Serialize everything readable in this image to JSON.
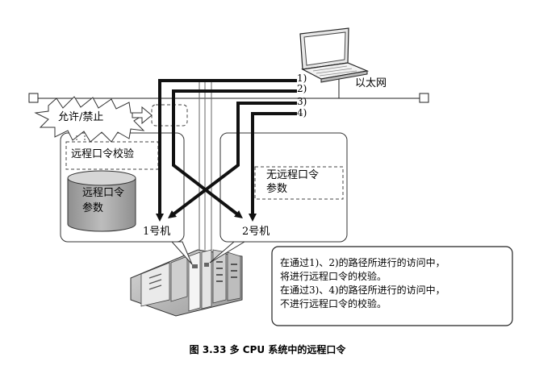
{
  "diagram": {
    "network_label": "以太网",
    "route_labels": [
      "1)",
      "2)",
      "3)",
      "4)"
    ],
    "permit_label": "允许/禁止",
    "cpu1": {
      "check_label": "远程口令校验",
      "db_label_line1": "远程口令",
      "db_label_line2": "参数",
      "name": "1号机"
    },
    "cpu2": {
      "none_label_line1": "无远程口令",
      "none_label_line2": "参数",
      "name": "2号机"
    },
    "note_lines": [
      "在通过1)、2)的路径所进行的访问中，",
      "将进行远程口令的校验。",
      "在通过3)、4)的路径所进行的访问中，",
      "不进行远程口令的校验。"
    ],
    "caption": "图 3.33 多 CPU 系统中的远程口令"
  }
}
